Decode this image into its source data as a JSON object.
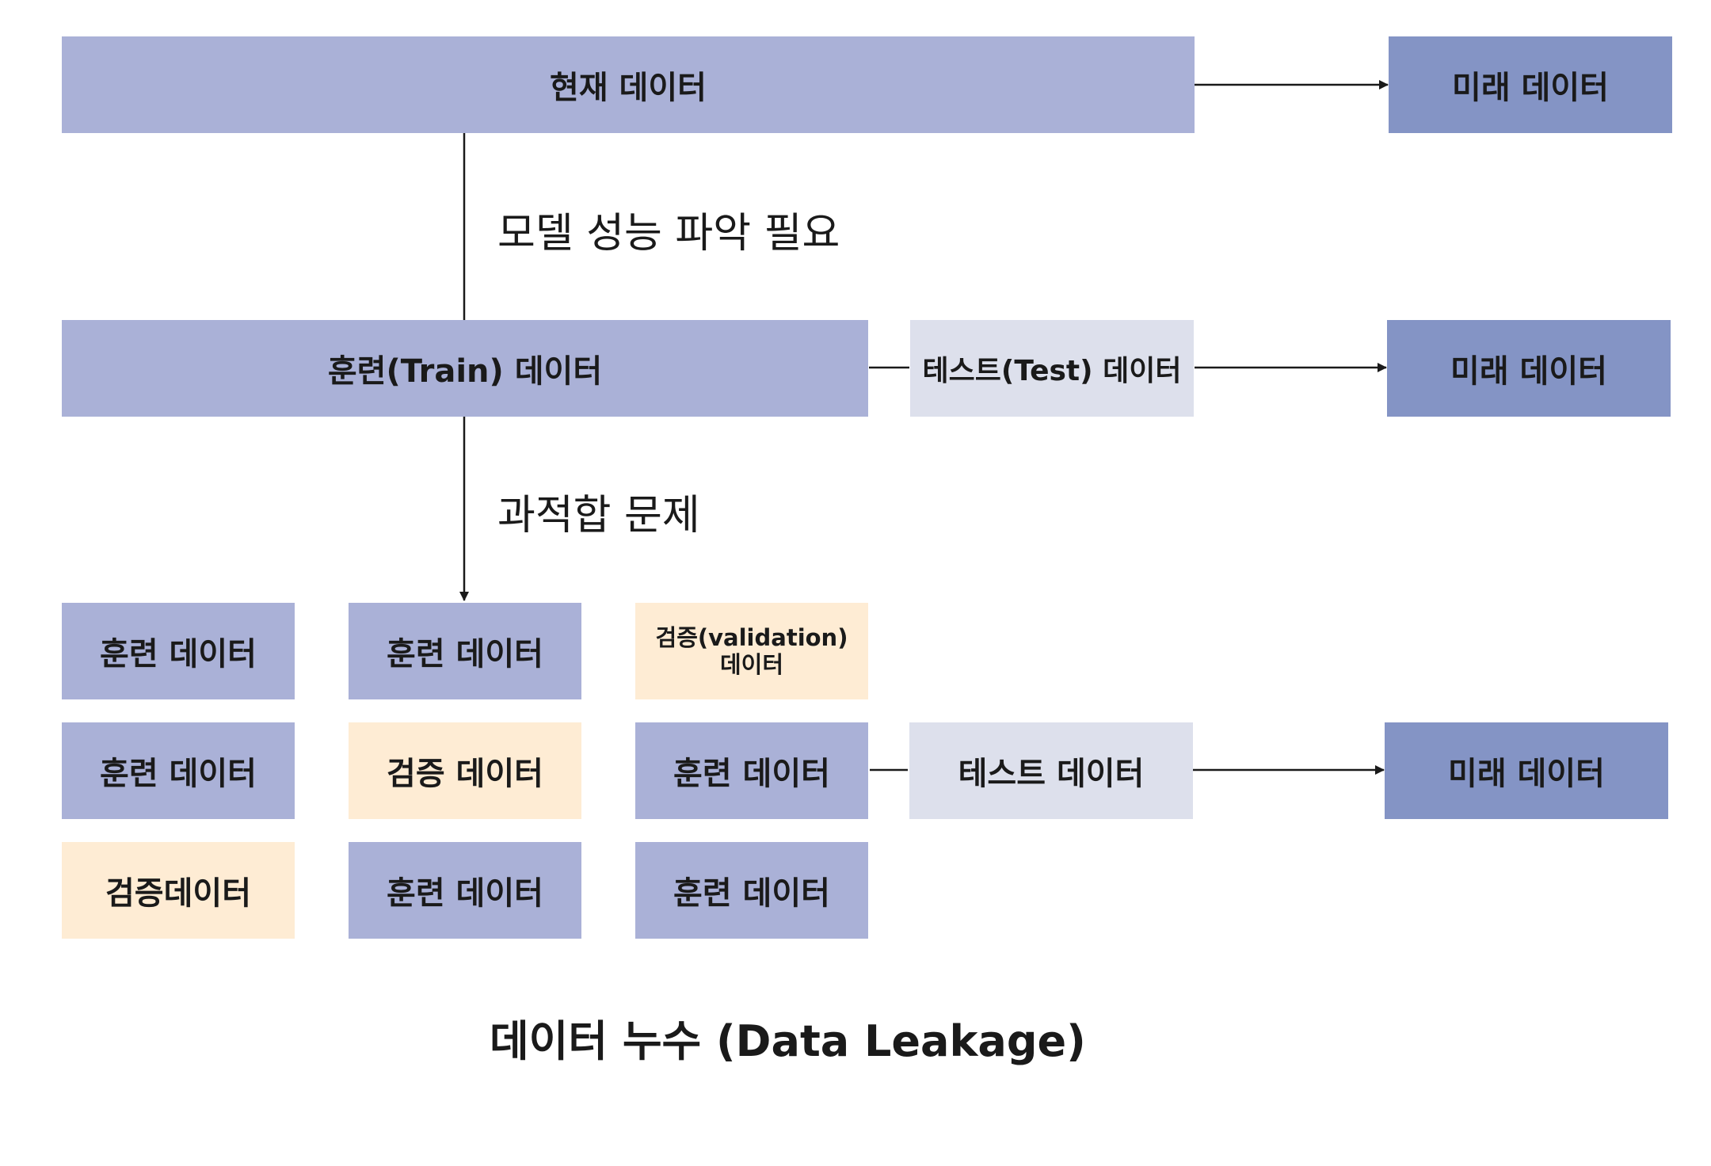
{
  "top": {
    "current": "현재 데이터",
    "future": "미래 데이터"
  },
  "step1_label": "모델 성능 파악 필요",
  "row2": {
    "train": "훈련(Train) 데이터",
    "test": "테스트(Test) 데이터",
    "future": "미래 데이터"
  },
  "step2_label": "과적합 문제",
  "grid": {
    "r1": [
      "훈련 데이터",
      "훈련 데이터",
      "검증(validation)",
      "데이터"
    ],
    "r2": [
      "훈련 데이터",
      "검증 데이터",
      "훈련 데이터"
    ],
    "r2_test": "테스트 데이터",
    "r2_future": "미래 데이터",
    "r3": [
      "검증데이터",
      "훈련 데이터",
      "훈련 데이터"
    ]
  },
  "title": "데이터 누수 (Data Leakage)",
  "colors": {
    "train": "#aab1d7",
    "future": "#8494c5",
    "test": "#dde0ec",
    "validation": "#feecd4"
  }
}
